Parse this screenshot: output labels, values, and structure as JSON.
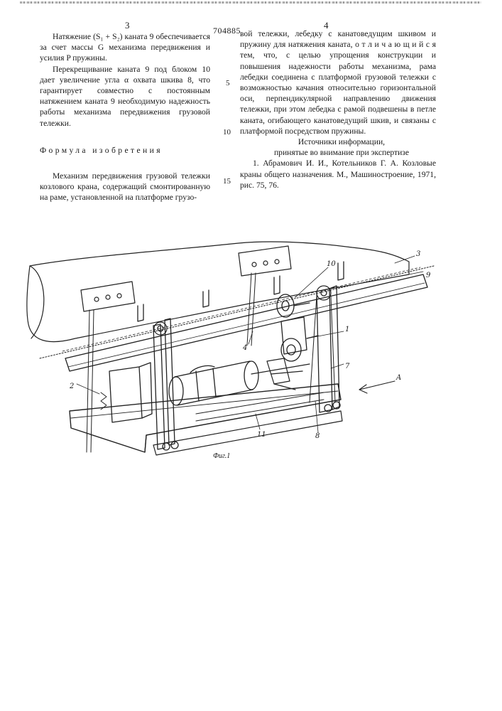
{
  "header": {
    "page_left": "3",
    "patent_number": "704885",
    "page_right": "4"
  },
  "left_column": {
    "para1": "Натяжение (S₁ + S₂) каната 9 обеспечивается за счет массы G механизма передвижения и усилия P пружины.",
    "para2": "Перекрещивание каната 9 под блоком 10 дает увеличение угла α охвата шкива 8, что гарантирует совместно с постоянным натяжением каната 9 необходимую надежность работы механизма передвижения грузовой тележки.",
    "heading": "Формула изобретения",
    "para3": "Механизм передвижения грузовой тележки козлового крана, содержащий смонтированную на раме, установленной на платформе грузо-"
  },
  "right_column": {
    "para1": "вой тележки, лебедку с канатоведущим шкивом и пружину для натяжения каната, о т л и ч а ю щ и й с я тем, что, с целью упрощения конструкции и повышения надежности работы механизма, рама лебедки соединена с платформой грузовой тележки с возможностью качания относительно горизонтальной оси, перпендикулярной направлению движения тележки, при этом лебедка с рамой подвешены в петле каната, огибающего канатоведущий шкив, и связаны с платформой посредством пружины.",
    "sources_title_1": "Источники информации,",
    "sources_title_2": "принятые во внимание при экспертизе",
    "source1": "1. Абрамович И. И., Котельников Г. А. Козловые краны общего назначения. М., Машиностроение, 1971, рис. 75, 76."
  },
  "line_numbers": {
    "n5": "5",
    "n10": "10",
    "n15": "15"
  },
  "figure": {
    "caption": "Фиг.1",
    "labels": {
      "l1": "1",
      "l2": "2",
      "l3": "3",
      "l4": "4",
      "l7": "7",
      "l8": "8",
      "l9": "9",
      "l10": "10",
      "l11": "11",
      "lA": "A"
    }
  }
}
